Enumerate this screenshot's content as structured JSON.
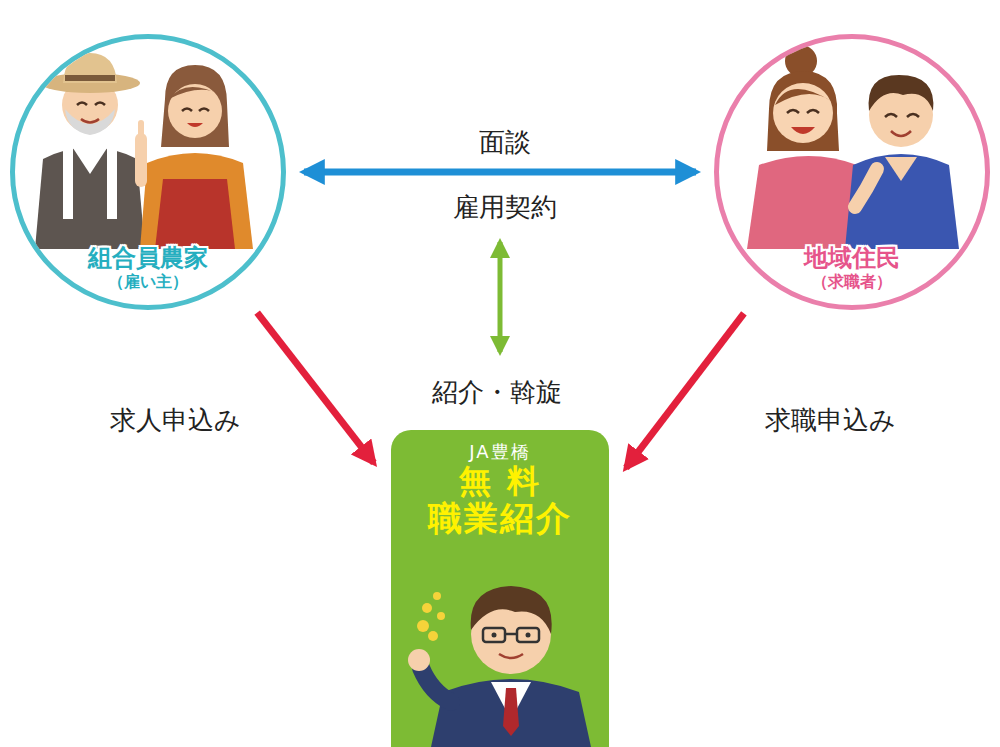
{
  "diagram": {
    "nodes": [
      {
        "text": [
          "組合員農家",
          "（雇い主）"
        ]
      },
      {
        "text": [
          "地域住民",
          "（求職者）"
        ]
      },
      {
        "text": [
          "JA豊橋",
          "無 料",
          "職業紹介"
        ]
      }
    ],
    "edges": [
      {
        "from": 0,
        "to": 1,
        "arrow": "both",
        "label": "面談"
      },
      {
        "from": 0,
        "to": 2,
        "arrow": "to",
        "label": "求人申込み"
      },
      {
        "from": 1,
        "to": 2,
        "arrow": "to",
        "label": "求職申込み"
      }
    ],
    "labels": [
      "雇用契約",
      "紹介・斡旋"
    ]
  }
}
